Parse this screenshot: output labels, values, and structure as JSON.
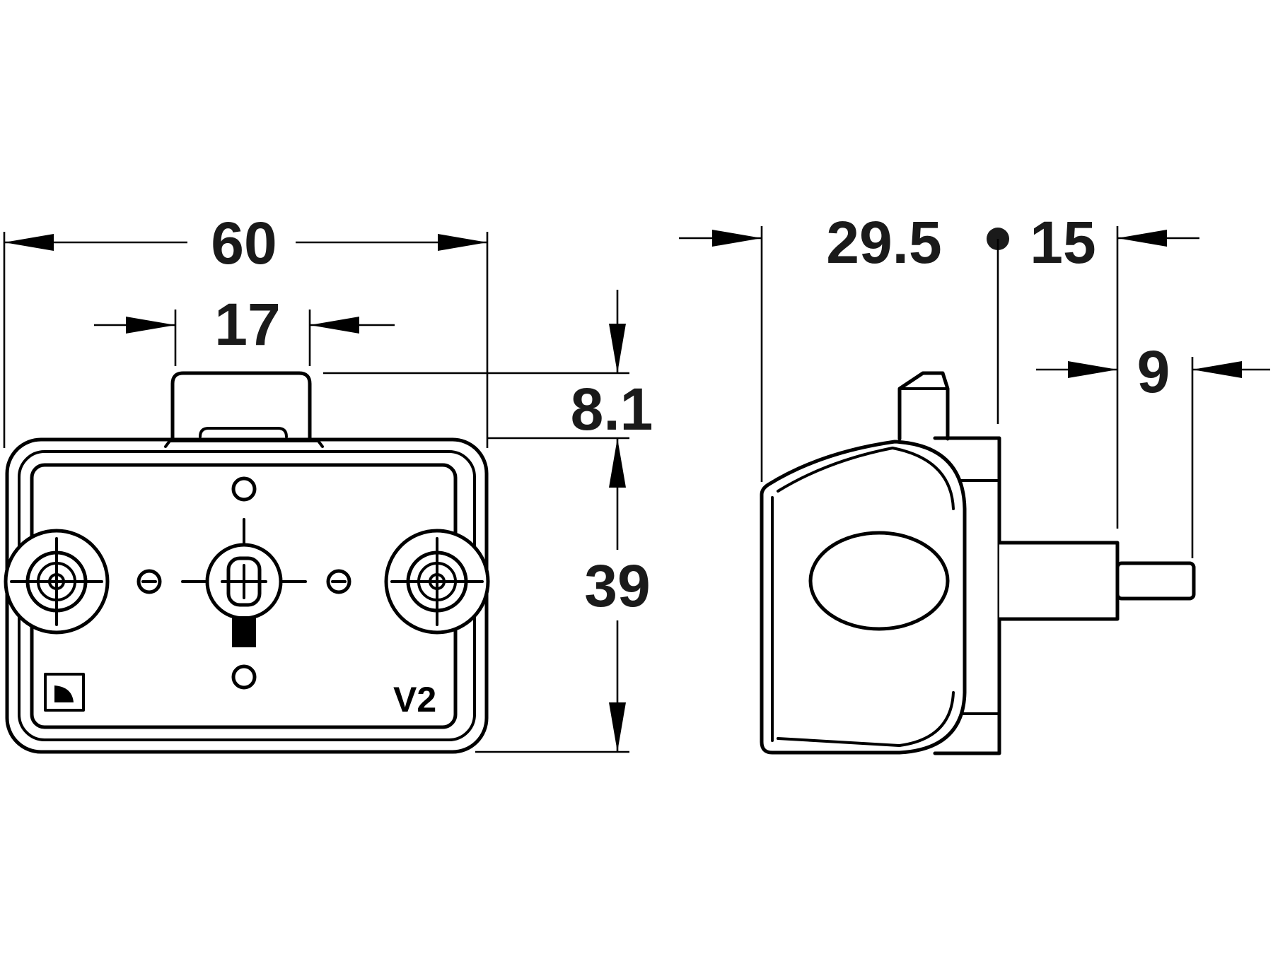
{
  "dimensions": {
    "overall_width": "60",
    "latch_width": "17",
    "latch_height": "8.1",
    "body_height": "39",
    "side_depth": "29.5",
    "bolt_length": "15",
    "tip_length": "9"
  },
  "body_marking": "V2"
}
